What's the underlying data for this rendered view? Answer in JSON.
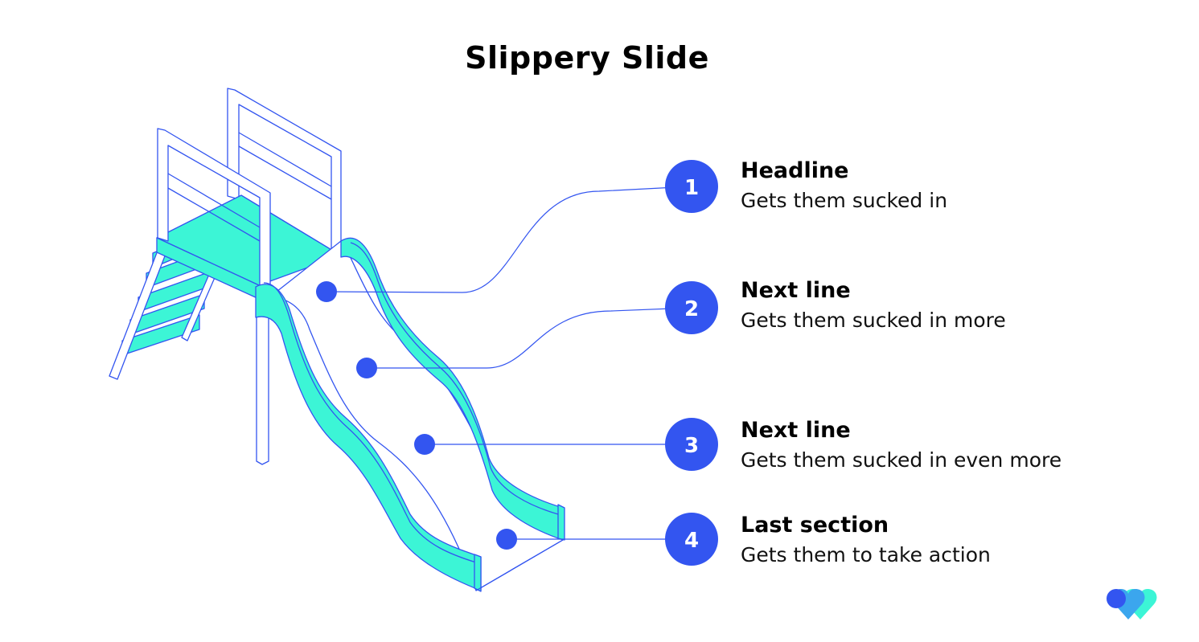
{
  "title": "Slippery Slide",
  "colors": {
    "accent": "#3355f0",
    "slide_fill": "#3cf5d6",
    "outline": "#3355f0",
    "logo_left": "#3355f0",
    "logo_middle": "#3ba6ee",
    "logo_right": "#3cf5d6"
  },
  "steps": [
    {
      "number": "1",
      "heading": "Headline",
      "description": "Gets them sucked in"
    },
    {
      "number": "2",
      "heading": "Next line",
      "description": "Gets them sucked in more"
    },
    {
      "number": "3",
      "heading": "Next line",
      "description": "Gets them sucked in even more"
    },
    {
      "number": "4",
      "heading": "Last section",
      "description": "Gets them to take action"
    }
  ],
  "logo": {
    "icon": "double-heart-logo-icon"
  }
}
